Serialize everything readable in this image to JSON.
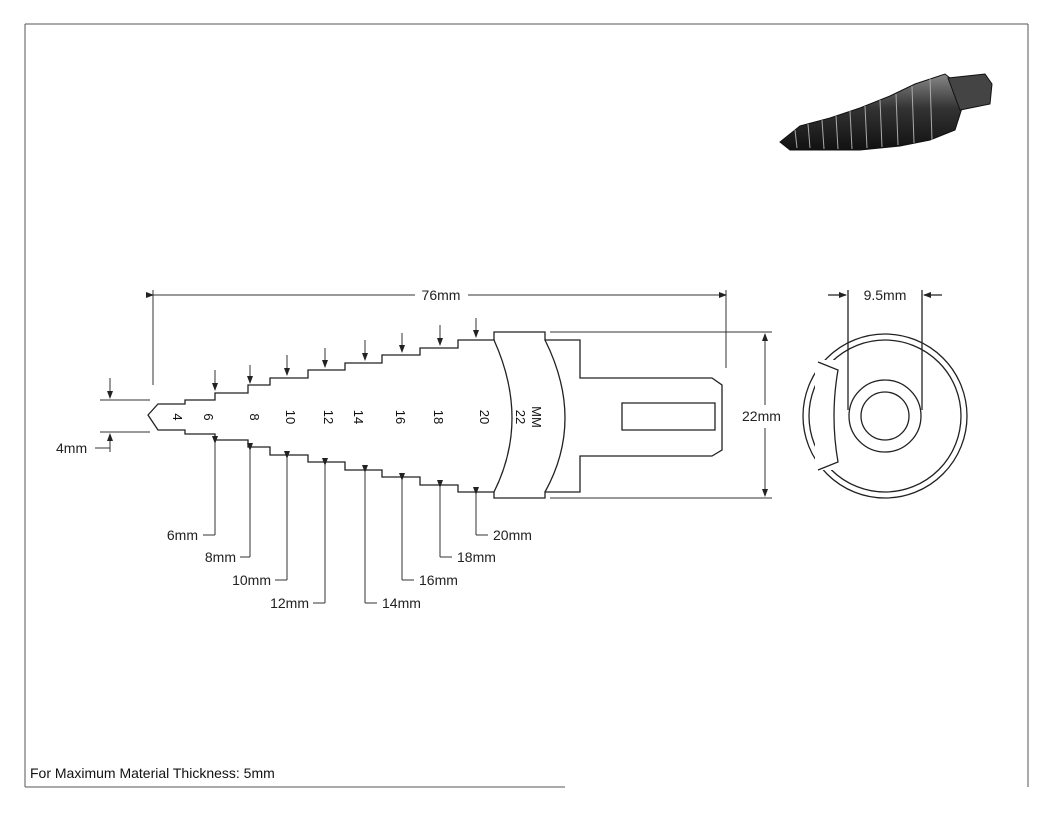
{
  "drawing": {
    "overall_length": "76mm",
    "shank_flat": "9.5mm",
    "max_diameter": "22mm",
    "tip_diameter": "4mm",
    "step_labels": [
      "6mm",
      "8mm",
      "10mm",
      "12mm",
      "14mm",
      "16mm",
      "18mm",
      "20mm"
    ],
    "body_markings": [
      "4",
      "6",
      "8",
      "10",
      "12",
      "14",
      "16",
      "18",
      "20",
      "22",
      "MM"
    ],
    "note": "For Maximum Material Thickness: 5mm"
  }
}
